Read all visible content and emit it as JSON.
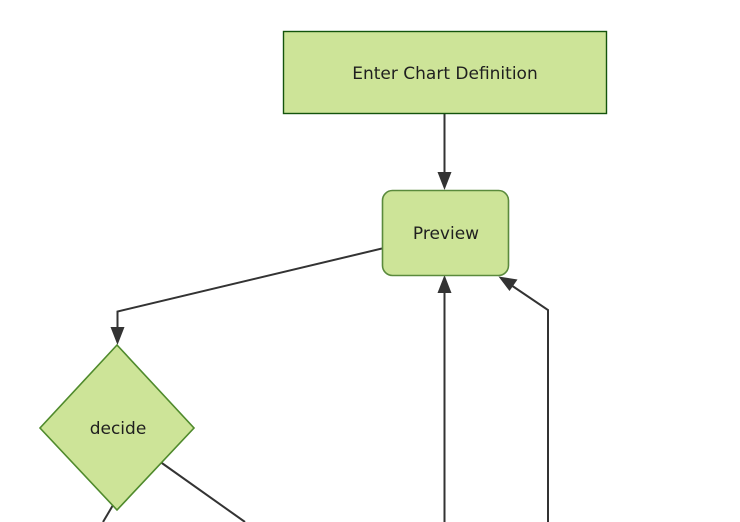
{
  "diagram": {
    "type": "flowchart",
    "direction": "top-down",
    "background_color": "#ffffff",
    "node_fill_color": "#cde498",
    "node_border_color": "#13540c",
    "edge_color": "#333333",
    "text_color": "#1f1f1f",
    "nodes": [
      {
        "id": "enter-chart-definition",
        "label": "Enter Chart Definition",
        "shape": "rectangle"
      },
      {
        "id": "preview",
        "label": "Preview",
        "shape": "rounded-rectangle"
      },
      {
        "id": "decide",
        "label": "decide",
        "shape": "diamond"
      }
    ],
    "edges": [
      {
        "id": "edge-enter-to-preview",
        "from": "enter-chart-definition",
        "to": "preview",
        "label": ""
      },
      {
        "id": "edge-preview-to-decide",
        "from": "preview",
        "to": "decide",
        "label": ""
      },
      {
        "id": "edge-decide-branch-left",
        "from": "decide",
        "to": "",
        "label": ""
      },
      {
        "id": "edge-decide-branch-right",
        "from": "decide",
        "to": "",
        "label": ""
      },
      {
        "id": "edge-return-center-to-preview",
        "from": "",
        "to": "preview",
        "label": ""
      },
      {
        "id": "edge-return-right-to-preview",
        "from": "",
        "to": "preview",
        "label": ""
      }
    ]
  }
}
